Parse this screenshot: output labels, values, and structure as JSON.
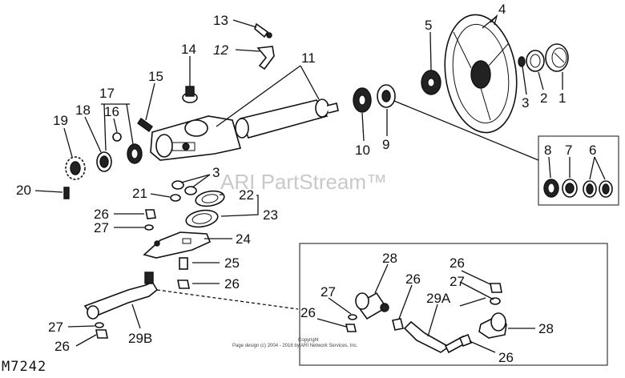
{
  "diagram": {
    "code": "M7242",
    "watermark": "ARI PartStream™",
    "copyright_line1": "Copyright",
    "copyright_line2": "Page design (c) 2004 - 2016 by ARI Network Services, Inc.",
    "callouts": {
      "c1": "1",
      "c2": "2",
      "c3a": "3",
      "c3b": "3",
      "c4": "4",
      "c5": "5",
      "c6": "6",
      "c7": "7",
      "c8": "8",
      "c9": "9",
      "c10": "10",
      "c11": "11",
      "c12": "12",
      "c13": "13",
      "c14": "14",
      "c15": "15",
      "c16": "16",
      "c17": "17",
      "c18": "18",
      "c19": "19",
      "c20": "20",
      "c21": "21",
      "c22": "22",
      "c23": "23",
      "c24": "24",
      "c25": "25",
      "c26a": "26",
      "c26b": "26",
      "c26c": "26",
      "c26d": "26",
      "c26e": "26",
      "c26f": "26",
      "c26g": "26",
      "c27a": "27",
      "c27b": "27",
      "c27c": "27",
      "c27d": "27",
      "c28a": "28",
      "c28b": "28",
      "c29a": "29A",
      "c29b": "29B"
    }
  }
}
